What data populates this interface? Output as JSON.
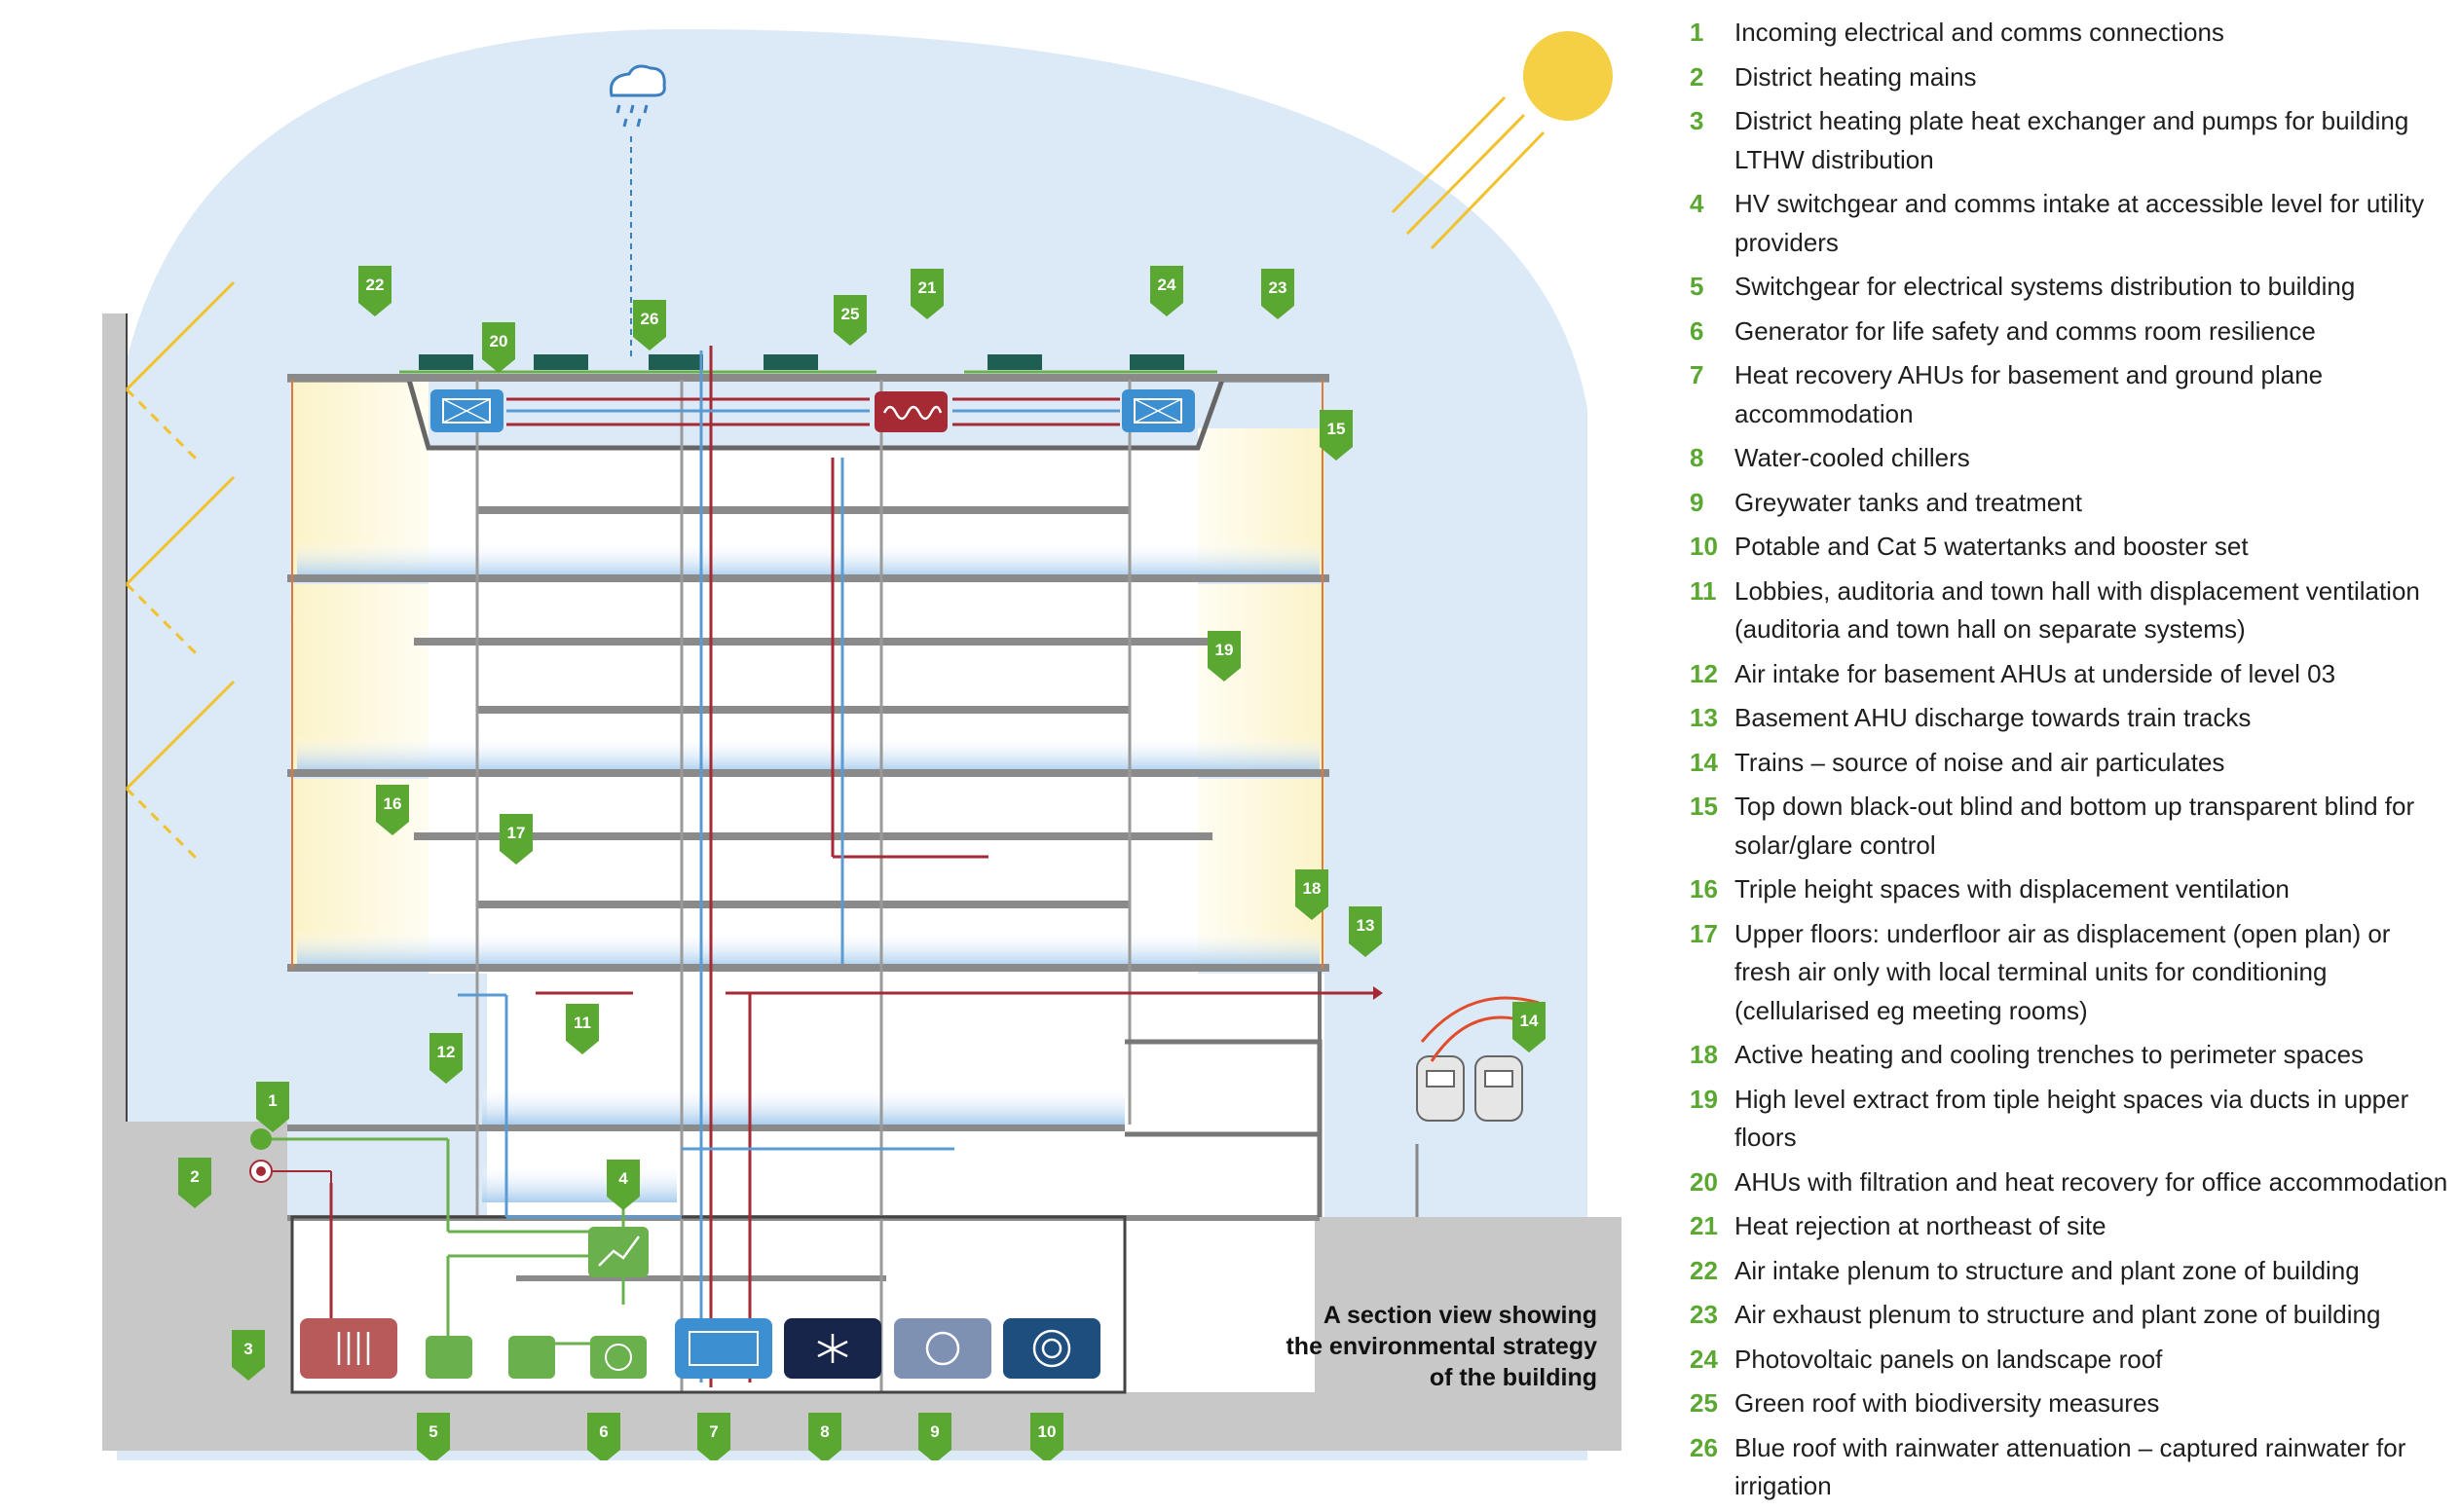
{
  "colors": {
    "tag_green": "#5aa832",
    "sky": "#dce9f6",
    "ground": "#c8c8c8",
    "sun": "#f6d044",
    "duct_red": "#a52a34",
    "duct_blue": "#5b9bd3",
    "line_green": "#6ab04c"
  },
  "icons": {
    "rain": "rain-cloud-icon",
    "sun": "sun-icon",
    "train": "train-icon",
    "ahu": "ahu-heat-recovery-icon",
    "chiller": "snowflake-chiller-icon"
  },
  "caption": {
    "line1": "A section view showing",
    "line2": "the environmental strategy",
    "line3": "of the building"
  },
  "legend": [
    {
      "num": "1",
      "text": "Incoming electrical and comms connections"
    },
    {
      "num": "2",
      "text": "District heating mains"
    },
    {
      "num": "3",
      "text": "District heating plate heat exchanger and pumps for building LTHW distribution"
    },
    {
      "num": "4",
      "text": "HV switchgear and comms intake at accessible level for utility providers"
    },
    {
      "num": "5",
      "text": "Switchgear for electrical systems distribution to building"
    },
    {
      "num": "6",
      "text": "Generator for life safety and comms room resilience"
    },
    {
      "num": "7",
      "text": "Heat recovery AHUs for basement and ground plane accommodation"
    },
    {
      "num": "8",
      "text": "Water-cooled chillers"
    },
    {
      "num": "9",
      "text": "Greywater tanks and treatment"
    },
    {
      "num": "10",
      "text": "Potable and Cat 5 watertanks and booster set"
    },
    {
      "num": "11",
      "text": "Lobbies, auditoria and town hall with displacement ventilation (auditoria and town hall on separate systems)"
    },
    {
      "num": "12",
      "text": "Air intake for basement AHUs at underside of level 03"
    },
    {
      "num": "13",
      "text": "Basement AHU discharge towards train tracks"
    },
    {
      "num": "14",
      "text": "Trains – source of noise and air particulates"
    },
    {
      "num": "15",
      "text": "Top down black-out blind and bottom up transparent blind for solar/glare control"
    },
    {
      "num": "16",
      "text": "Triple height spaces with displacement ventilation"
    },
    {
      "num": "17",
      "text": "Upper floors: underfloor air as displacement (open plan) or fresh air only with local terminal units for conditioning (cellularised eg meeting rooms)"
    },
    {
      "num": "18",
      "text": "Active heating and cooling trenches to perimeter spaces"
    },
    {
      "num": "19",
      "text": "High level extract from tiple height spaces via ducts in upper floors"
    },
    {
      "num": "20",
      "text": "AHUs with filtration and heat recovery for office accommodation"
    },
    {
      "num": "21",
      "text": "Heat rejection at northeast of site"
    },
    {
      "num": "22",
      "text": "Air intake plenum to structure and plant zone of building"
    },
    {
      "num": "23",
      "text": "Air exhaust plenum to structure and plant zone of building"
    },
    {
      "num": "24",
      "text": "Photovoltaic panels on landscape roof"
    },
    {
      "num": "25",
      "text": "Green roof with biodiversity measures"
    },
    {
      "num": "26",
      "text": "Blue roof with rainwater attenuation – captured rainwater for irrigation"
    }
  ],
  "tags": [
    "1",
    "2",
    "3",
    "4",
    "5",
    "6",
    "7",
    "8",
    "9",
    "10",
    "11",
    "12",
    "13",
    "14",
    "15",
    "16",
    "17",
    "18",
    "19",
    "20",
    "21",
    "22",
    "23",
    "24",
    "25",
    "26"
  ]
}
